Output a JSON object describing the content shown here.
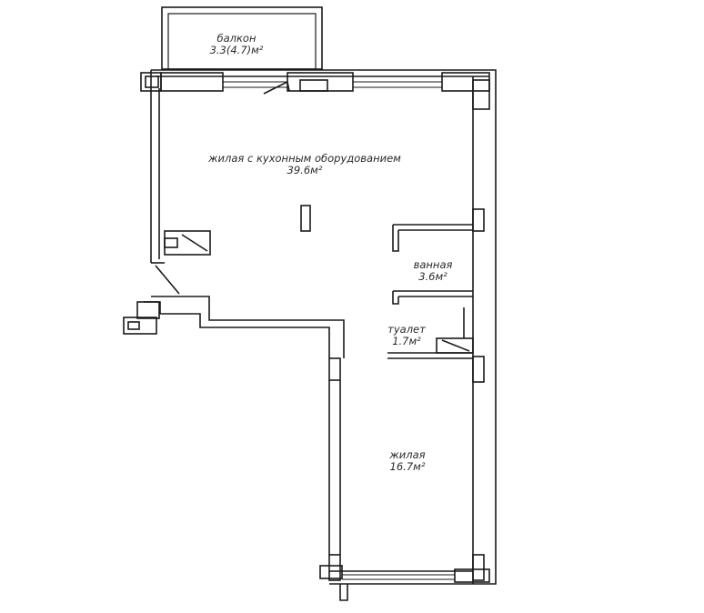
{
  "rooms": {
    "balcony": {
      "name": "балкон",
      "area": "3.3(4.7)м²"
    },
    "living_kitchen": {
      "name": "жилая с кухонным оборудованием",
      "area": "39.6м²"
    },
    "bathroom": {
      "name": "ванная",
      "area": "3.6м²"
    },
    "toilet": {
      "name": "туалет",
      "area": "1.7м²"
    },
    "living": {
      "name": "жилая",
      "area": "16.7м²"
    }
  },
  "colors": {
    "wall": "#1a1a1a",
    "background": "#ffffff"
  }
}
